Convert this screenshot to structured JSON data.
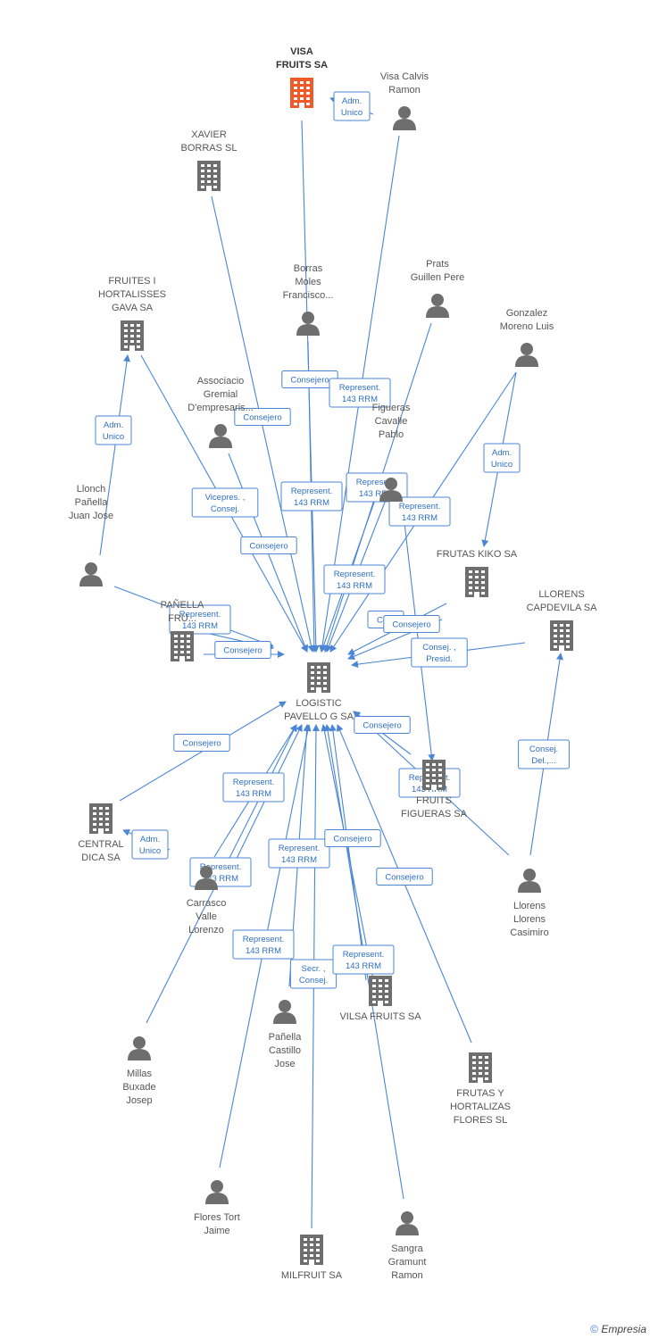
{
  "colors": {
    "edge": "#4a86d4",
    "node": "#6e6e6e",
    "highlight": "#f05a28"
  },
  "nodes": [
    {
      "id": "visa_fruits",
      "type": "company",
      "highlight": true,
      "lines": [
        "VISA",
        "FRUITS SA"
      ]
    },
    {
      "id": "visa_calvis",
      "type": "person",
      "lines": [
        "Visa Calvis",
        "Ramon"
      ]
    },
    {
      "id": "xavier_borras",
      "type": "company",
      "lines": [
        "XAVIER",
        "BORRAS  SL"
      ]
    },
    {
      "id": "borras_moles",
      "type": "person",
      "lines": [
        "Borras",
        "Moles",
        "Francisco..."
      ]
    },
    {
      "id": "prats_guillen",
      "type": "person",
      "lines": [
        "Prats",
        "Guillen Pere"
      ]
    },
    {
      "id": "fruites_hortalisses",
      "type": "company",
      "lines": [
        "FRUITES I",
        "HORTALISSES",
        "GAVA SA"
      ]
    },
    {
      "id": "gonzalez_moreno",
      "type": "person",
      "lines": [
        "Gonzalez",
        "Moreno Luis"
      ]
    },
    {
      "id": "associacio",
      "type": "person",
      "lines": [
        "Associacio",
        "Gremial",
        "D'empresaris..."
      ]
    },
    {
      "id": "figueras_cavalle",
      "type": "person",
      "lines": [
        "Figueras",
        "Cavalle",
        "Pablo"
      ]
    },
    {
      "id": "llonch",
      "type": "person",
      "lines": [
        "Llonch",
        "Pañella",
        "Juan Jose"
      ]
    },
    {
      "id": "frutas_kiko",
      "type": "company",
      "lines": [
        "FRUTAS KIKO SA"
      ]
    },
    {
      "id": "llorens_capdevila",
      "type": "company",
      "lines": [
        "LLORENS",
        "CAPDEVILA SA"
      ]
    },
    {
      "id": "panella_fr",
      "type": "company",
      "lines": [
        "PAÑELLA",
        "FRU..."
      ]
    },
    {
      "id": "logistic",
      "type": "company",
      "lines": [
        "LOGISTIC",
        "PAVELLO G SA"
      ]
    },
    {
      "id": "central_dica",
      "type": "company",
      "lines": [
        "CENTRAL",
        "DICA SA"
      ]
    },
    {
      "id": "fruits_figueras",
      "type": "company",
      "lines": [
        "FRUITS",
        "FIGUERAS SA"
      ]
    },
    {
      "id": "carrasco",
      "type": "person",
      "lines": [
        "Carrasco",
        "Valle",
        "Lorenzo"
      ]
    },
    {
      "id": "llorens_llorens",
      "type": "person",
      "lines": [
        "Llorens",
        "Llorens",
        "Casimiro"
      ]
    },
    {
      "id": "vilsa",
      "type": "company",
      "lines": [
        "VILSA FRUITS SA"
      ]
    },
    {
      "id": "panella_castillo",
      "type": "person",
      "lines": [
        "Pañella",
        "Castillo",
        "Jose"
      ]
    },
    {
      "id": "millas",
      "type": "person",
      "lines": [
        "Millas",
        "Buxade",
        "Josep"
      ]
    },
    {
      "id": "frutas_hortalizas",
      "type": "company",
      "lines": [
        "FRUTAS Y",
        "HORTALIZAS",
        "FLORES SL"
      ]
    },
    {
      "id": "flores_tort",
      "type": "person",
      "lines": [
        "Flores Tort",
        "Jaime"
      ]
    },
    {
      "id": "milfruit",
      "type": "company",
      "lines": [
        "MILFRUIT SA"
      ]
    },
    {
      "id": "sangra",
      "type": "person",
      "lines": [
        "Sangra",
        "Gramunt",
        "Ramon"
      ]
    }
  ],
  "edge_labels": [
    {
      "id": "e1",
      "lines": [
        "Adm.",
        "Unico"
      ]
    },
    {
      "id": "e2",
      "lines": [
        "Consejero"
      ]
    },
    {
      "id": "e3",
      "lines": [
        "Represent.",
        "143 RRM"
      ]
    },
    {
      "id": "e4",
      "lines": [
        "Consejero"
      ]
    },
    {
      "id": "e5",
      "lines": [
        "Adm.",
        "Unico"
      ]
    },
    {
      "id": "e6",
      "lines": [
        "Adm.",
        "Unico"
      ]
    },
    {
      "id": "e7",
      "lines": [
        "Represent.",
        "143 RRM"
      ]
    },
    {
      "id": "e8",
      "lines": [
        "Vicepres. ,",
        "Consej."
      ]
    },
    {
      "id": "e9",
      "lines": [
        "Represent.",
        "143 RRM"
      ]
    },
    {
      "id": "e10",
      "lines": [
        "Represent.",
        "143 RRM"
      ]
    },
    {
      "id": "e11",
      "lines": [
        "Consejero"
      ]
    },
    {
      "id": "e12",
      "lines": [
        "Represent.",
        "143 RRM"
      ]
    },
    {
      "id": "e13",
      "lines": [
        "Represent.",
        "143 RRM"
      ]
    },
    {
      "id": "e14",
      "lines": [
        "Consejero"
      ]
    },
    {
      "id": "e15",
      "lines": [
        "Co..."
      ]
    },
    {
      "id": "e16",
      "lines": [
        "Consejero"
      ]
    },
    {
      "id": "e17",
      "lines": [
        "Consej. ,",
        "Presid."
      ]
    },
    {
      "id": "e18",
      "lines": [
        "Consejero"
      ]
    },
    {
      "id": "e19",
      "lines": [
        "Consejero"
      ]
    },
    {
      "id": "e20",
      "lines": [
        "Represent.",
        "143 RRM"
      ]
    },
    {
      "id": "e21",
      "lines": [
        "Consej.",
        "Del.,..."
      ]
    },
    {
      "id": "e22",
      "lines": [
        "Represent.",
        "143 RRM"
      ]
    },
    {
      "id": "e23",
      "lines": [
        "Adm.",
        "Unico"
      ]
    },
    {
      "id": "e24",
      "lines": [
        "Represent.",
        "143 RRM"
      ]
    },
    {
      "id": "e25",
      "lines": [
        "Represent.",
        "143 RRM"
      ]
    },
    {
      "id": "e26",
      "lines": [
        "Consejero"
      ]
    },
    {
      "id": "e27",
      "lines": [
        "Consejero"
      ]
    },
    {
      "id": "e28",
      "lines": [
        "Represent.",
        "143 RRM"
      ]
    },
    {
      "id": "e29",
      "lines": [
        "Secr. ,",
        "Consej."
      ]
    },
    {
      "id": "e30",
      "lines": [
        "Represent.",
        "143 RRM"
      ]
    }
  ],
  "footer": {
    "copyright": "©",
    "brand": "Empresia"
  }
}
